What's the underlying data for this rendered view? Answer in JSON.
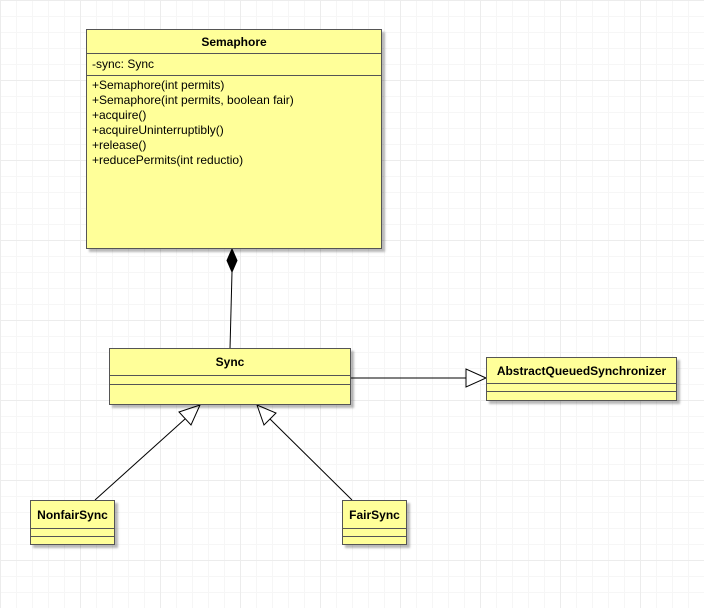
{
  "classes": {
    "semaphore": {
      "name": "Semaphore",
      "attributes": [
        "-sync: Sync"
      ],
      "operations": [
        "+Semaphore(int permits)",
        "+Semaphore(int permits, boolean fair)",
        "+acquire()",
        "+acquireUninterruptibly()",
        "+release()",
        "+reducePermits(int reductio)"
      ]
    },
    "sync": {
      "name": "Sync"
    },
    "aqs": {
      "name": "AbstractQueuedSynchronizer"
    },
    "nonfair": {
      "name": "NonfairSync"
    },
    "fair": {
      "name": "FairSync"
    }
  },
  "colors": {
    "class_fill": "#ffff99",
    "border": "#555555",
    "edge": "#000000"
  }
}
